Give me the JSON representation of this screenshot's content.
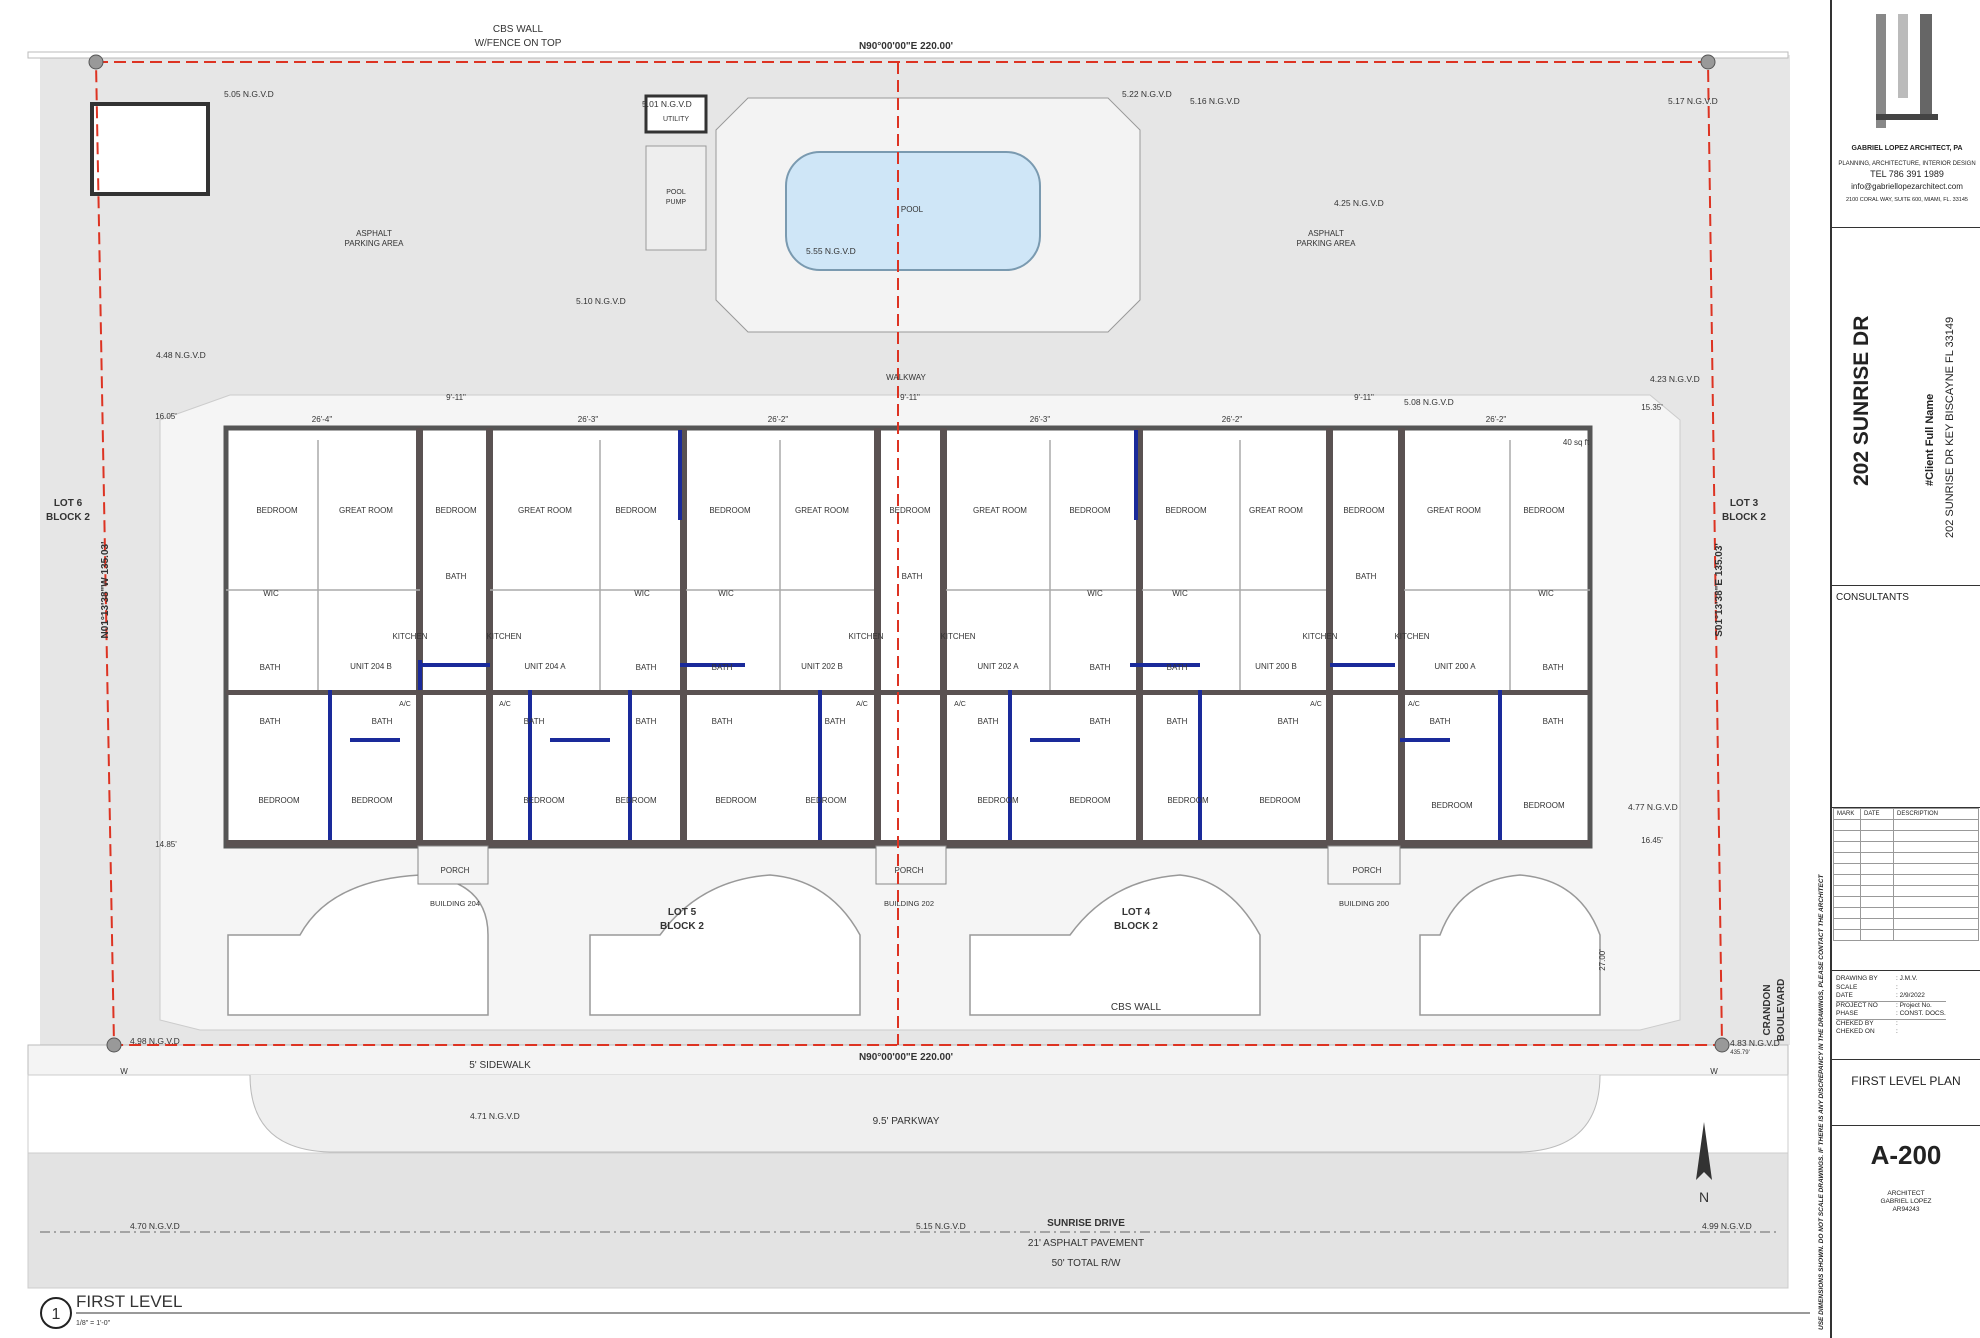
{
  "site": {
    "top_wall": [
      "CBS WALL",
      "W/FENCE ON TOP"
    ],
    "bearing_north": "N90°00'00\"E  220.00'",
    "bearing_south": "N90°00'00\"E  220.00'",
    "bearing_west": "N01°13'38\"W  135.03'",
    "bearing_east": "S01°13'38\"E  135.03'",
    "lot_left": [
      "LOT 6",
      "BLOCK 2"
    ],
    "lot_right": [
      "LOT 3",
      "BLOCK 2"
    ],
    "lot_5": [
      "LOT 5",
      "BLOCK 2"
    ],
    "lot_4": [
      "LOT 4",
      "BLOCK 2"
    ],
    "utility": "UTILITY",
    "pool_pump": [
      "POOL",
      "PUMP"
    ],
    "pool": "POOL",
    "parking_left": [
      "ASPHALT",
      "PARKING AREA"
    ],
    "parking_right": [
      "ASPHALT",
      "PARKING AREA"
    ],
    "walkway": "WALKWAY",
    "area_40": "40 sq ft",
    "cbs_wall": "CBS WALL",
    "sidewalk": "5' SIDEWALK",
    "parkway": "9.5' PARKWAY",
    "street": [
      "SUNRISE DRIVE",
      "21' ASPHALT PAVEMENT",
      "50' TOTAL R/W"
    ],
    "crandon": [
      "CRANDON",
      "BOULEVARD"
    ],
    "north_letter": "N",
    "setback_dims": {
      "d1": "16.05'",
      "d2": "14.85'",
      "d3": "15.35'",
      "d4": "16.45'",
      "d5": "27.00'",
      "d6": "435.79'"
    },
    "wall_marks": [
      "W",
      "W"
    ],
    "elevations": {
      "e1": "5.05 N.G.V.D",
      "e2": "5.01 N.G.V.D",
      "e3": "5.22 N.G.V.D",
      "e4": "5.16 N.G.V.D",
      "e5": "5.17 N.G.V.D",
      "e6": "4.25 N.G.V.D",
      "e7": "5.55 N.G.V.D",
      "e8": "5.10 N.G.V.D",
      "e9": "4.48 N.G.V.D",
      "e10": "4.23 N.G.V.D",
      "e11": "5.08 N.G.V.D",
      "e12": "4.77 N.G.V.D",
      "e13": "4.98 N.G.V.D",
      "e14": "4.83 N.G.V.D",
      "e15": "4.71 N.G.V.D",
      "e16": "4.70 N.G.V.D",
      "e17": "5.15 N.G.V.D",
      "e18": "4.99 N.G.V.D"
    },
    "buildings": [
      "BUILDING 204",
      "BUILDING 202",
      "BUILDING 200"
    ],
    "porch": "PORCH",
    "units": [
      "UNIT 204 B",
      "UNIT 204 A",
      "UNIT 202 B",
      "UNIT 202 A",
      "UNIT 200 B",
      "UNIT 200 A"
    ],
    "rooms": {
      "bedroom": "BEDROOM",
      "great_room": "GREAT ROOM",
      "bath": "BATH",
      "wic": "WIC",
      "kitchen": "KITCHEN",
      "ac": "A/C"
    },
    "top_dims": [
      "26'-4\"",
      "9'-11\"",
      "26'-3\"",
      "26'-2\"",
      "9'-11\"",
      "26'-3\"",
      "26'-2\"",
      "9'-11\"",
      "26'-2\""
    ]
  },
  "view": {
    "number": "1",
    "title": "FIRST LEVEL",
    "scale": "1/8\"  =  1'-0\""
  },
  "titleblock": {
    "firm": "GABRIEL LOPEZ ARCHITECT, PA",
    "services": "PLANNING, ARCHITECTURE, INTERIOR DESIGN",
    "tel": "TEL  786 391 1989",
    "email": "info@gabriellopezarchitect.com",
    "address": "2100 CORAL WAY, SUITE 600, MIAMI, FL. 33145",
    "project": "202 SUNRISE DR",
    "client": "#Client Full Name",
    "client_address": "202 SUNRISE DR KEY BISCAYNE FL 33149",
    "consultants": "CONSULTANTS",
    "disclaimer": "USE DIMENSIONS SHOWN. DO NOT SCALE DRAWINGS. IF THERE IS ANY DISCREPANCY IN THE DRAWINGS, PLEASE CONTACT THE ARCHITECT",
    "rev_headers": [
      "MARK",
      "DATE",
      "DESCRIPTION"
    ],
    "info_rows": [
      {
        "label": "DRAWING BY",
        "value": ": J.M.V."
      },
      {
        "label": "SCALE",
        "value": ":"
      },
      {
        "label": "DATE",
        "value": ": 2/9/2022"
      },
      {
        "label": "PROJECT NO",
        "value": ": Project No."
      },
      {
        "label": "PHASE",
        "value": ": CONST. DOCS."
      },
      {
        "label": "CHEKED BY",
        "value": ":"
      },
      {
        "label": "CHEKED ON",
        "value": ":"
      }
    ],
    "sheet_title": "FIRST LEVEL PLAN",
    "sheet_number": "A-200",
    "architect": [
      "ARCHITECT",
      "GABRIEL LOPEZ",
      "AR94243"
    ]
  }
}
